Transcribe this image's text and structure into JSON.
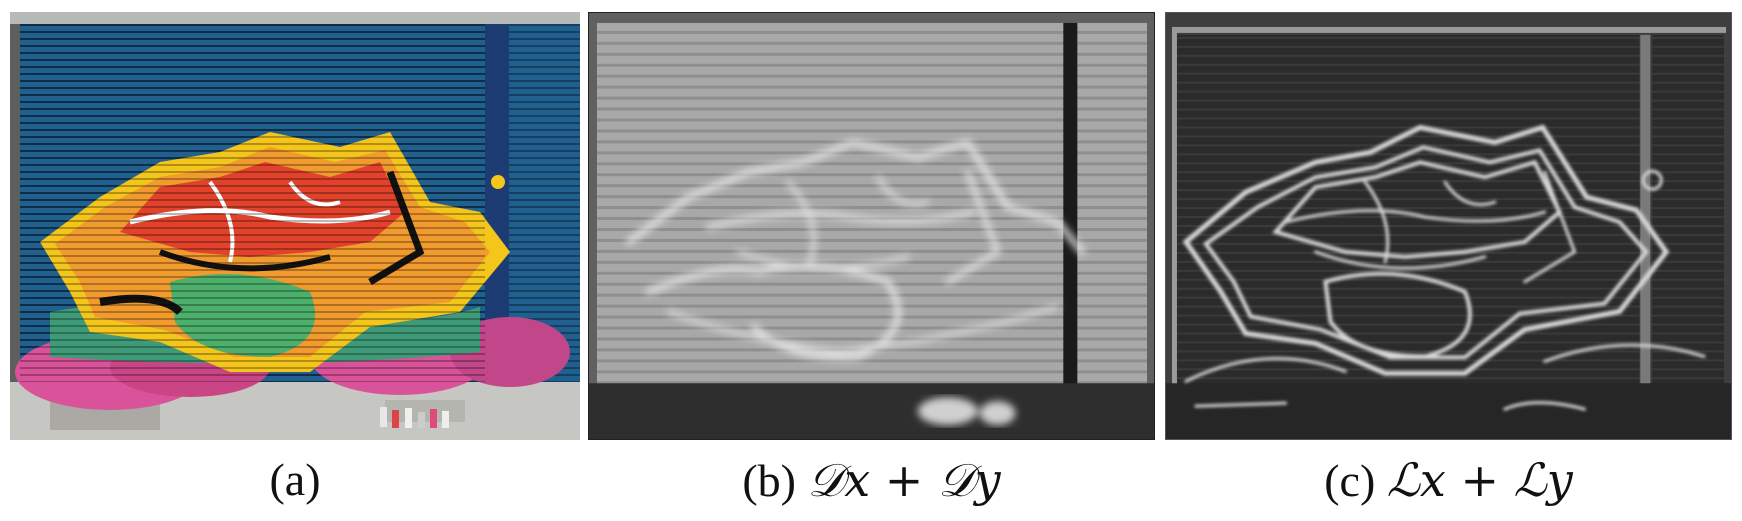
{
  "figure": {
    "panels": [
      {
        "id": "a",
        "label": "(a)",
        "math": "",
        "image": "color photograph of graffiti painted on a blue rolling shutter"
      },
      {
        "id": "b",
        "label": "(b)",
        "math": "𝒟x + 𝒟y",
        "image": "blurred grayscale derivative response of the graffiti shutter"
      },
      {
        "id": "c",
        "label": "(c)",
        "math": "ℒx + ℒy",
        "image": "dark edge-response map with bright contour lines of the graffiti"
      }
    ]
  },
  "colors": {
    "shutter_blue": "#1f5a86",
    "ground": "#c9c9c6",
    "graffiti_red": "#e2412b",
    "graffiti_orange": "#f19a2e",
    "graffiti_yellow": "#f4c51a",
    "graffiti_green": "#4caf6b",
    "graffiti_pink": "#d9539a",
    "panel_b_gray": "#9e9e9e",
    "panel_c_dark": "#2a2a2a"
  }
}
